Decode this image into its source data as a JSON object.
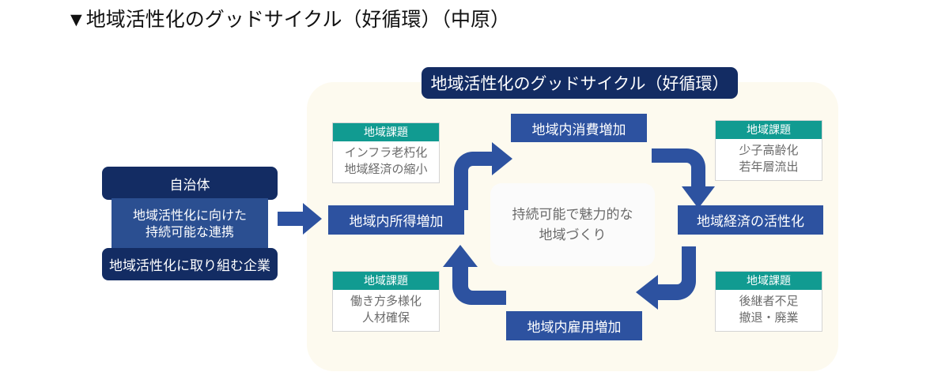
{
  "page": {
    "title": "▼地域活性化のグッドサイクル（好循環）（中原）"
  },
  "banner": {
    "label": "地域活性化のグッドサイクル（好循環）"
  },
  "left_stack": {
    "top_box": "自治体",
    "link_box": {
      "line1": "地域活性化に向けた",
      "line2": "持続可能な連携"
    },
    "bottom_box": "地域活性化に取り組む企業",
    "arrow_name": "block-arrow-right"
  },
  "cycle": {
    "top": "地域内消費増加",
    "right": "地域経済の活性化",
    "bottom": "地域内雇用増加",
    "left": "地域内所得増加"
  },
  "core": {
    "line1": "持続可能で魅力的な",
    "line2": "地域づくり"
  },
  "issue_cards": [
    {
      "position": "top-left",
      "header": "地域課題",
      "line1": "インフラ老朽化",
      "line2": "地域経済の縮小"
    },
    {
      "position": "top-right",
      "header": "地域課題",
      "line1": "少子高齢化",
      "line2": "若年層流出"
    },
    {
      "position": "bottom-left",
      "header": "地域課題",
      "line1": "働き方多様化",
      "line2": "人材確保"
    },
    {
      "position": "bottom-right",
      "header": "地域課題",
      "line1": "後継者不足",
      "line2": "撤退・廃業"
    }
  ],
  "arrows": [
    {
      "name": "curved-arrow-up-right",
      "position": "top-left"
    },
    {
      "name": "curved-arrow-right-down",
      "position": "top-right"
    },
    {
      "name": "curved-arrow-down-left",
      "position": "bottom-right"
    },
    {
      "name": "curved-arrow-left-up",
      "position": "bottom-left"
    }
  ],
  "colors": {
    "navy": "#132c63",
    "blue": "#2d52a0",
    "link_blue": "#2b4f91",
    "teal": "#119b91",
    "panel_cream": "#fdfaef",
    "body_text_gray": "#6b6b6b"
  }
}
